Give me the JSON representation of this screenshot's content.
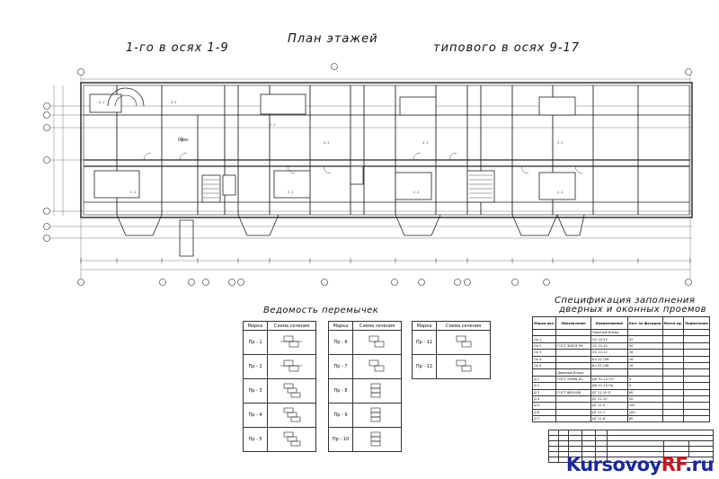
{
  "titles": {
    "main": "План этажей",
    "left": "1-го в осях 1-9",
    "right": "типового в осях 9-17"
  },
  "plan": {
    "room_labels": [
      "Офис"
    ]
  },
  "lintels": {
    "title": "Ведомость перемычек",
    "col_mark": "Марка",
    "col_scheme": "Схема сечения",
    "tables": [
      {
        "rows": [
          "Пр - 1",
          "Пр - 2",
          "Пр - 3",
          "Пр - 4",
          "Пр - 5"
        ]
      },
      {
        "rows": [
          "Пр - 6",
          "Пр - 7",
          "Пр - 8",
          "Пр - 9",
          "Пр - 10"
        ]
      },
      {
        "rows": [
          "Пр - 11",
          "Пр - 12"
        ]
      }
    ]
  },
  "spec": {
    "title_line1": "Спецификация заполнения",
    "title_line2": "дверных и оконных проемов",
    "headers": [
      "Марка поз.",
      "Обозначение",
      "Наименование",
      "Кол. по фасадам",
      "Масса ед.",
      "Примечание"
    ],
    "section_windows": "Оконные блоки",
    "section_doors": "Дверные блоки",
    "window_rows": [
      {
        "mark": "Ок 1",
        "doc": "",
        "name": "ОС 15-12",
        "qty": "32"
      },
      {
        "mark": "Ок 2",
        "doc": "ГОСТ 30674-99",
        "name": "ОС 15-15",
        "qty": "50"
      },
      {
        "mark": "Ок 3",
        "doc": "",
        "name": "ОС 12-12",
        "qty": "16"
      },
      {
        "mark": "Ок 4",
        "doc": "",
        "name": "Бл 22-15б",
        "qty": "16"
      },
      {
        "mark": "Ок 5",
        "doc": "",
        "name": "Бл 22-15б",
        "qty": "16"
      }
    ],
    "door_rows": [
      {
        "mark": "Д 1",
        "doc": "ГОСТ 24698-81",
        "name": "ДН 21-13 ОЛ",
        "qty": "4"
      },
      {
        "mark": "Д 2",
        "doc": "",
        "name": "ДН 21-10 Пр",
        "qty": "4"
      },
      {
        "mark": "Д 3",
        "doc": "ГОСТ 6629-88",
        "name": "ДГ 21-10 Л",
        "qty": "60"
      },
      {
        "mark": "Д 4",
        "doc": "",
        "name": "ДГ 21-10",
        "qty": "20"
      },
      {
        "mark": "Д 5",
        "doc": "",
        "name": "ДГ 21-9",
        "qty": "100"
      },
      {
        "mark": "Д 6",
        "doc": "",
        "name": "ДГ 21-7",
        "qty": "100"
      },
      {
        "mark": "Д 7",
        "doc": "",
        "name": "ДГ 21-8",
        "qty": "80"
      }
    ]
  },
  "logo": {
    "text": "KursovoyRF.ru"
  }
}
